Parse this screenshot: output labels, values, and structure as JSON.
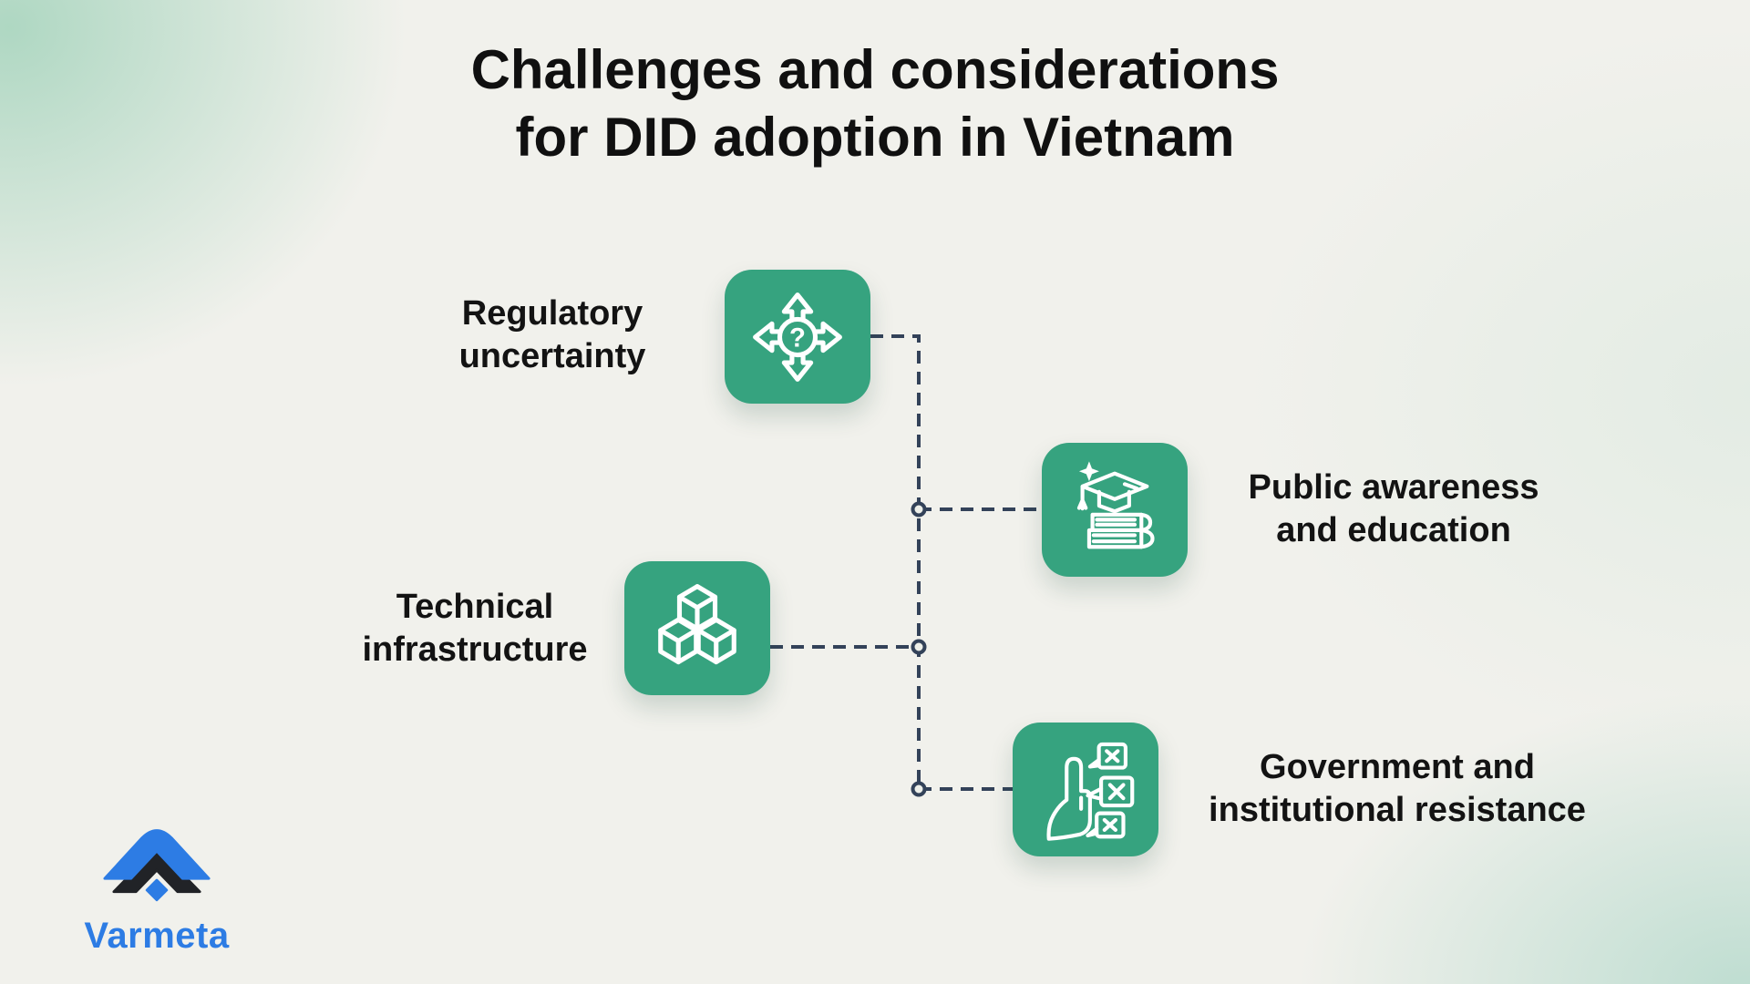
{
  "title": {
    "line1": "Challenges and considerations",
    "line2": "for DID adoption in Vietnam"
  },
  "items": [
    {
      "id": "regulatory-uncertainty",
      "label_line1": "Regulatory",
      "label_line2": "uncertainty",
      "icon": "direction-question-icon",
      "icon_glyph": "?"
    },
    {
      "id": "public-awareness",
      "label_line1": "Public awareness",
      "label_line2": "and education",
      "icon": "graduation-cap-books-icon"
    },
    {
      "id": "technical-infrastructure",
      "label_line1": "Technical",
      "label_line2": "infrastructure",
      "icon": "stacked-cubes-icon"
    },
    {
      "id": "government-resistance",
      "label_line1": "Government and",
      "label_line2": "institutional resistance",
      "icon": "hand-stop-rejected-messages-icon"
    }
  ],
  "logo": {
    "text": "Varmeta"
  },
  "colors": {
    "icon_box_green": "#36a37f",
    "connector_line": "#334259",
    "title_text": "#101010",
    "label_text": "#131313",
    "logo_blue": "#2d7ce4",
    "logo_dark": "#212327",
    "icon_stroke": "#ffffff",
    "background_base": "#f1f1ec",
    "background_mint": "#aed6c0"
  }
}
